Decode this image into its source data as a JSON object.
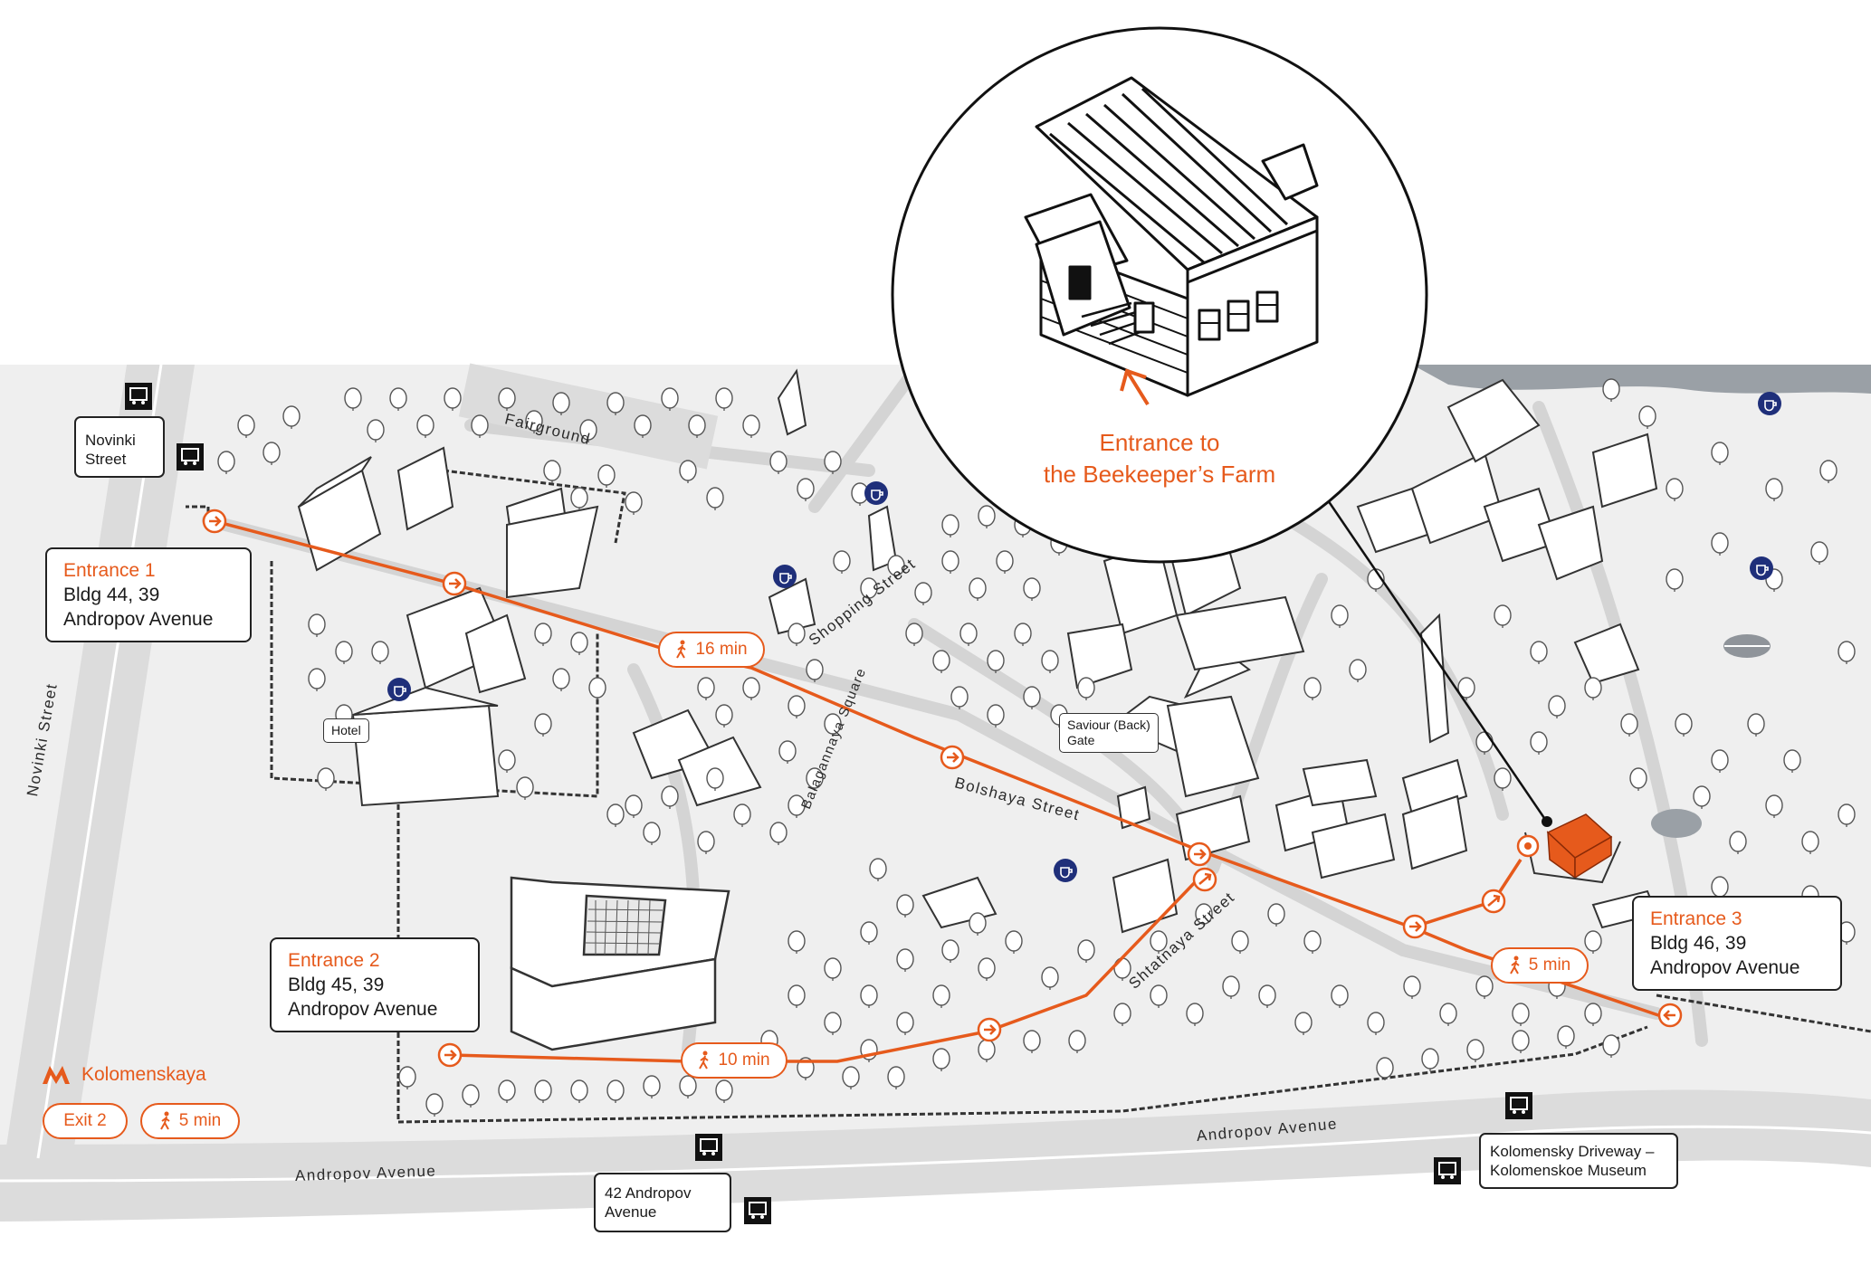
{
  "zoom": {
    "line1": "Entrance to",
    "line2": "the Beekeeper’s Farm"
  },
  "entrances": [
    {
      "title": "Entrance 1",
      "line1": "Bldg 44, 39",
      "line2": "Andropov Avenue"
    },
    {
      "title": "Entrance 2",
      "line1": "Bldg 45, 39",
      "line2": "Andropov Avenue"
    },
    {
      "title": "Entrance 3",
      "line1": "Bldg 46, 39",
      "line2": "Andropov Avenue"
    }
  ],
  "walk_times": {
    "route1": "16 min",
    "route2": "10 min",
    "route3": "5 min",
    "metro": "5 min"
  },
  "metro": {
    "station": "Kolomenskaya",
    "exit": "Exit 2"
  },
  "streets": {
    "novinki_street": "Novinki Street",
    "andropov_left": "Andropov Avenue",
    "andropov_right": "Andropov Avenue",
    "bolshaya": "Bolshaya Street",
    "shopping": "Shopping Street",
    "shtatnaya": "Shtatnaya Street",
    "balagannaya": "Balagannaya Square",
    "fairground": "Fairground"
  },
  "places": {
    "hotel": "Hotel",
    "saviour_gate_1": "Saviour (Back)",
    "saviour_gate_2": "Gate"
  },
  "bus_stops": {
    "novinki_1": "Novinki",
    "novinki_2": "Street",
    "andropov42_1": "42 Andropov",
    "andropov42_2": "Avenue",
    "kolomensky_1": "Kolomensky Driveway –",
    "kolomensky_2": "Kolomenskoe Museum"
  },
  "icons": [
    "bus-stop-icon",
    "cafe-icon",
    "metro-icon",
    "walking-person-icon",
    "route-arrow-icon",
    "entrance-marker-icon"
  ],
  "colors": {
    "route": "#e65a1c",
    "cafe": "#1f2f7a",
    "map_ground": "#efefef",
    "road": "#dcdcdc",
    "water": "#9aa0a6"
  }
}
